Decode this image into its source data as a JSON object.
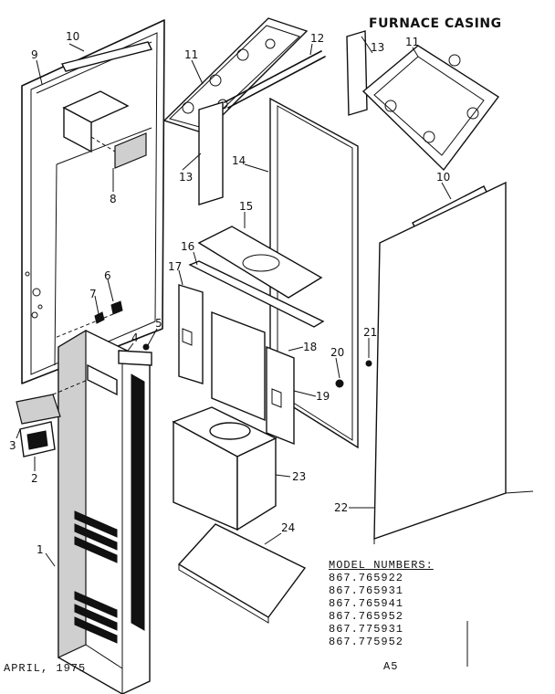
{
  "title": "FURNACE CASING",
  "callouts": [
    {
      "id": "c1",
      "text": "1"
    },
    {
      "id": "c2",
      "text": "2"
    },
    {
      "id": "c3",
      "text": "3"
    },
    {
      "id": "c4",
      "text": "4"
    },
    {
      "id": "c5",
      "text": "5"
    },
    {
      "id": "c6",
      "text": "6"
    },
    {
      "id": "c7",
      "text": "7"
    },
    {
      "id": "c8",
      "text": "8"
    },
    {
      "id": "c9",
      "text": "9"
    },
    {
      "id": "c10a",
      "text": "10"
    },
    {
      "id": "c10b",
      "text": "10"
    },
    {
      "id": "c11a",
      "text": "11"
    },
    {
      "id": "c11b",
      "text": "11"
    },
    {
      "id": "c12",
      "text": "12"
    },
    {
      "id": "c13a",
      "text": "13"
    },
    {
      "id": "c13b",
      "text": "13"
    },
    {
      "id": "c14",
      "text": "14"
    },
    {
      "id": "c15",
      "text": "15"
    },
    {
      "id": "c16",
      "text": "16"
    },
    {
      "id": "c17",
      "text": "17"
    },
    {
      "id": "c18",
      "text": "18"
    },
    {
      "id": "c19",
      "text": "19"
    },
    {
      "id": "c20",
      "text": "20"
    },
    {
      "id": "c21",
      "text": "21"
    },
    {
      "id": "c22",
      "text": "22"
    },
    {
      "id": "c23",
      "text": "23"
    },
    {
      "id": "c24",
      "text": "24"
    }
  ],
  "model_numbers": {
    "heading": "MODEL NUMBERS:",
    "items": [
      "867.765922",
      "867.765931",
      "867.765941",
      "867.765952",
      "867.775931",
      "867.775952"
    ]
  },
  "footer": {
    "date": "APRIL, 1975",
    "page_code": "A5"
  }
}
